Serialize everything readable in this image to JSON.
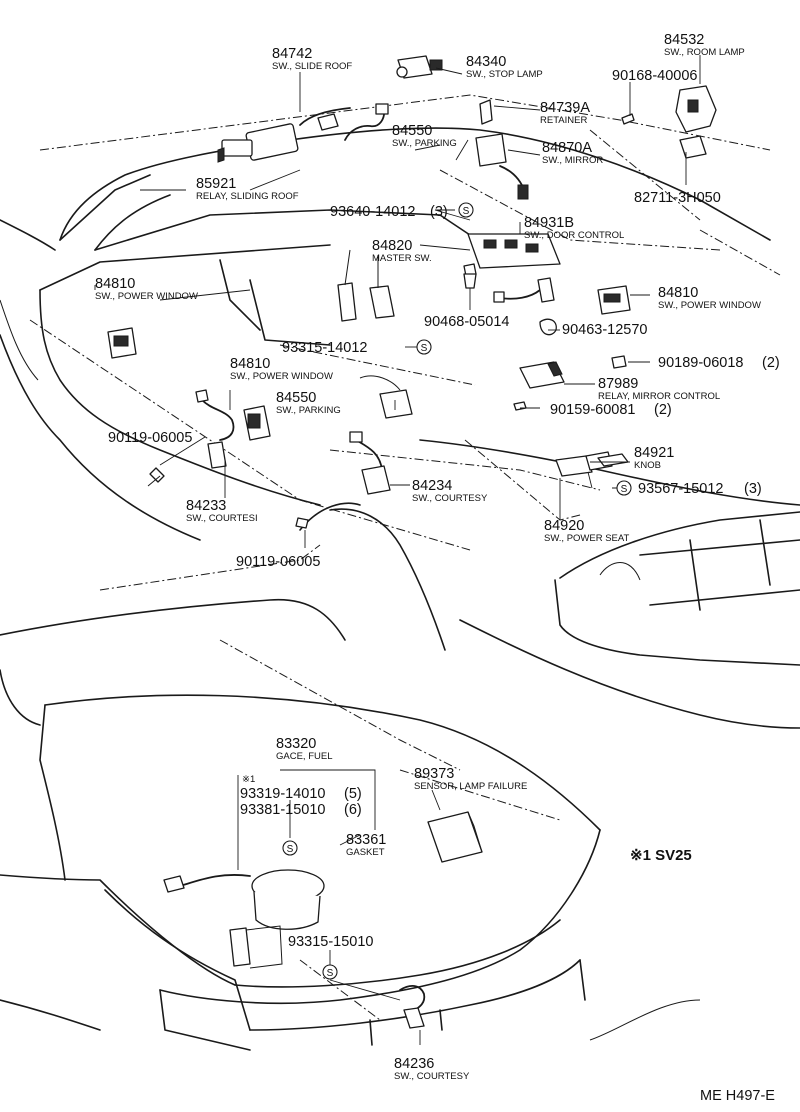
{
  "note": "※1 SV25",
  "figure_code": "ME H497-E",
  "s_mark": "S",
  "parts": {
    "p84742": {
      "number": "84742",
      "name": "SW., SLIDE ROOF"
    },
    "p84340": {
      "number": "84340",
      "name": "SW., STOP LAMP"
    },
    "p84532": {
      "number": "84532",
      "name": "SW., ROOM LAMP"
    },
    "p90168": {
      "number": "90168-40006"
    },
    "p84739A": {
      "number": "84739A",
      "name": "RETAINER"
    },
    "p84550a": {
      "number": "84550",
      "name": "SW., PARKING"
    },
    "p84870A": {
      "number": "84870A",
      "name": "SW., MIRROR"
    },
    "p85921": {
      "number": "85921",
      "name": "RELAY, SLIDING ROOF"
    },
    "p82711": {
      "number": "82711-3H050"
    },
    "p93640": {
      "number": "93640-14012",
      "qty": "(3)"
    },
    "p84931B": {
      "number": "84931B",
      "name": "SW., DOOR CONTROL"
    },
    "p84820": {
      "number": "84820",
      "name": "MASTER SW."
    },
    "p84810a": {
      "number": "84810",
      "name": "SW., POWER WINDOW"
    },
    "p84810b": {
      "number": "84810",
      "name": "SW., POWER WINDOW"
    },
    "p90468": {
      "number": "90468-05014"
    },
    "p90463": {
      "number": "90463-12570"
    },
    "p93315a": {
      "number": "93315-14012"
    },
    "p84810c": {
      "number": "84810",
      "name": "SW., POWER WINDOW"
    },
    "p90189": {
      "number": "90189-06018",
      "qty": "(2)"
    },
    "p87989": {
      "number": "87989",
      "name": "RELAY, MIRROR CONTROL"
    },
    "p84550b": {
      "number": "84550",
      "name": "SW., PARKING"
    },
    "p90159": {
      "number": "90159-60081",
      "qty": "(2)"
    },
    "p90119a": {
      "number": "90119-06005"
    },
    "p84921": {
      "number": "84921",
      "name": "KNOB"
    },
    "p84234": {
      "number": "84234",
      "name": "SW., COURTESY"
    },
    "p93567": {
      "number": "93567-15012",
      "qty": "(3)"
    },
    "p84233": {
      "number": "84233",
      "name": "SW., COURTESI"
    },
    "p84920": {
      "number": "84920",
      "name": "SW., POWER SEAT"
    },
    "p90119b": {
      "number": "90119-06005"
    },
    "p83320": {
      "number": "83320",
      "name": "GACE, FUEL"
    },
    "p89373": {
      "number": "89373",
      "name": "SENSOR, LAMP FAILURE"
    },
    "p93319": {
      "prefix": "※1",
      "number": "93319-14010",
      "qty": "(5)"
    },
    "p93381": {
      "number": "93381-15010",
      "qty": "(6)"
    },
    "p83361": {
      "number": "83361",
      "name": "GASKET"
    },
    "p93315b": {
      "number": "93315-15010"
    },
    "p84236": {
      "number": "84236",
      "name": "SW., COURTESY"
    }
  }
}
